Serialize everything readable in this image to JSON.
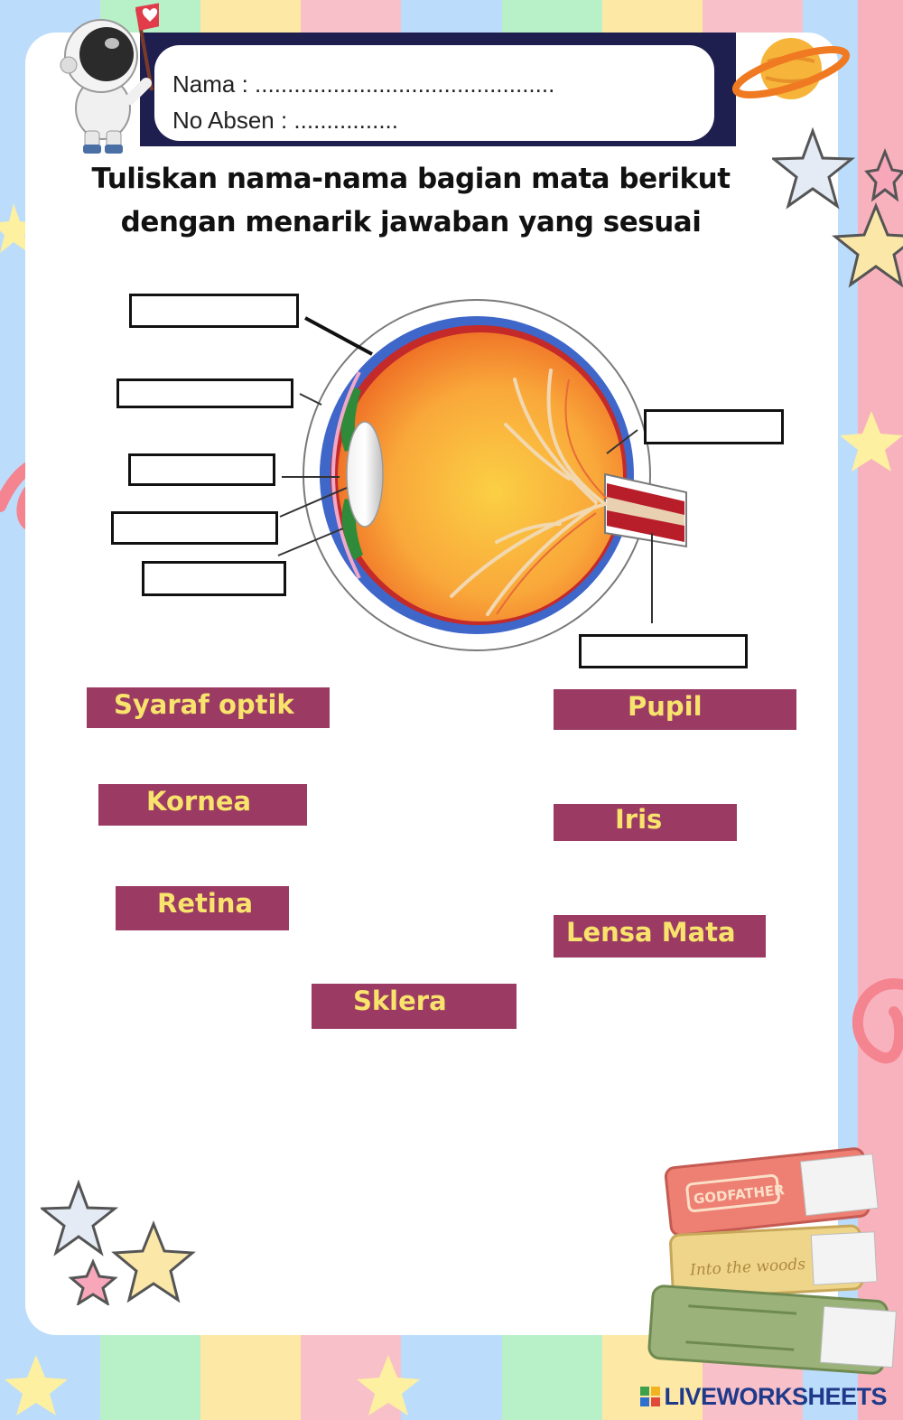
{
  "header": {
    "name_label": "Nama :   ..............................................",
    "absen_label": "No Absen : ................"
  },
  "instruction": {
    "line1": "Tuliskan nama-nama bagian mata berikut",
    "line2": "dengan menarik jawaban yang sesuai"
  },
  "answers": [
    {
      "label": "Syaraf optik"
    },
    {
      "label": "Pupil"
    },
    {
      "label": "Kornea"
    },
    {
      "label": "Iris"
    },
    {
      "label": "Retina"
    },
    {
      "label": "Lensa Mata"
    },
    {
      "label": "Sklera"
    }
  ],
  "footer": {
    "brand": "LIVEWORKSHEETS"
  },
  "decor": {
    "book1_label": "GODFATHER",
    "book2_label": "Into the woods"
  },
  "colors": {
    "chip_bg": "#9b3a63",
    "chip_text": "#f8e36c",
    "header_frame": "#1f1f4f"
  }
}
